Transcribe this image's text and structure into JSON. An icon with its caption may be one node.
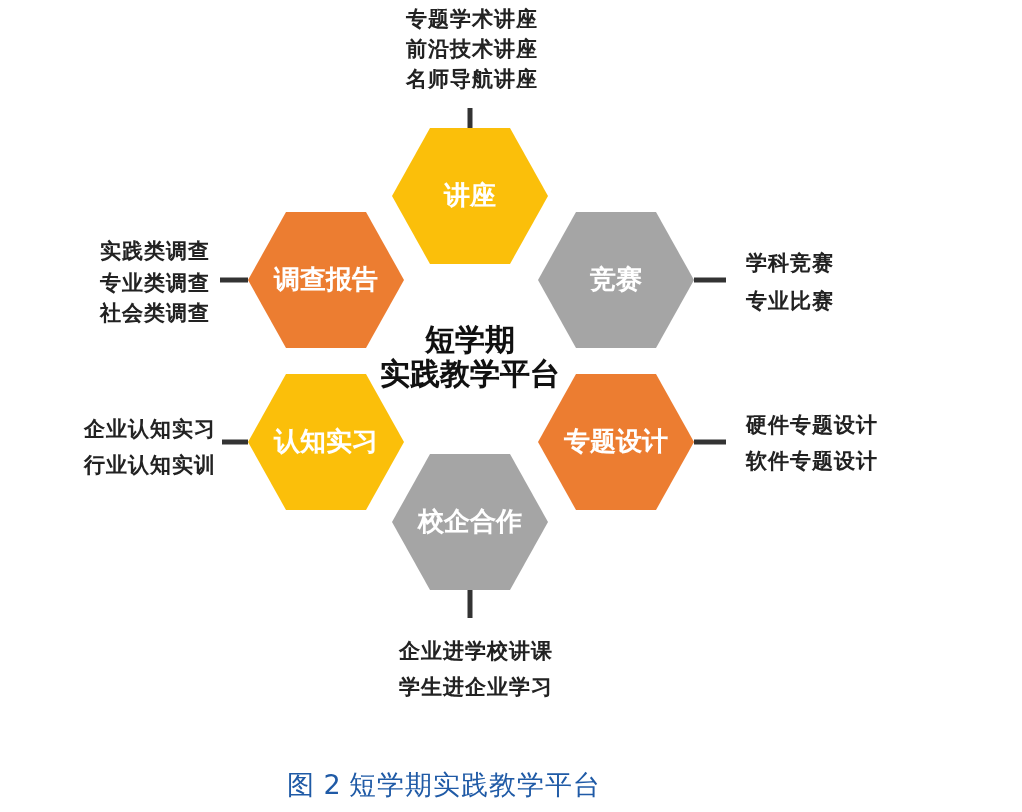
{
  "diagram": {
    "caption": "图 2 短学期实践教学平台",
    "nodes": [
      {
        "text": [
          "讲座"
        ]
      },
      {
        "text": [
          "调查报告"
        ]
      },
      {
        "text": [
          "竞赛"
        ]
      },
      {
        "text": [
          "认知实习"
        ]
      },
      {
        "text": [
          "专题设计"
        ]
      },
      {
        "text": [
          "校企合作"
        ]
      },
      {
        "text": [
          "专题学术讲座",
          "前沿技术讲座",
          "名师导航讲座"
        ]
      },
      {
        "text": [
          "实践类调查",
          "专业类调查",
          "社会类调查"
        ]
      },
      {
        "text": [
          "学科竞赛",
          "专业比赛"
        ]
      },
      {
        "text": [
          "企业认知实习",
          "行业认知实训"
        ]
      },
      {
        "text": [
          "硬件专题设计",
          "软件专题设计"
        ]
      },
      {
        "text": [
          "企业进学校讲课",
          "学生进企业学习"
        ]
      }
    ],
    "edges": [
      {
        "from": 0,
        "to": 6,
        "arrow": "none"
      },
      {
        "from": 1,
        "to": 7,
        "arrow": "none"
      },
      {
        "from": 2,
        "to": 8,
        "arrow": "none"
      },
      {
        "from": 3,
        "to": 9,
        "arrow": "none"
      },
      {
        "from": 4,
        "to": 10,
        "arrow": "none"
      },
      {
        "from": 5,
        "to": 11,
        "arrow": "none"
      }
    ],
    "labels": [
      "短学期实践教学平台"
    ]
  }
}
